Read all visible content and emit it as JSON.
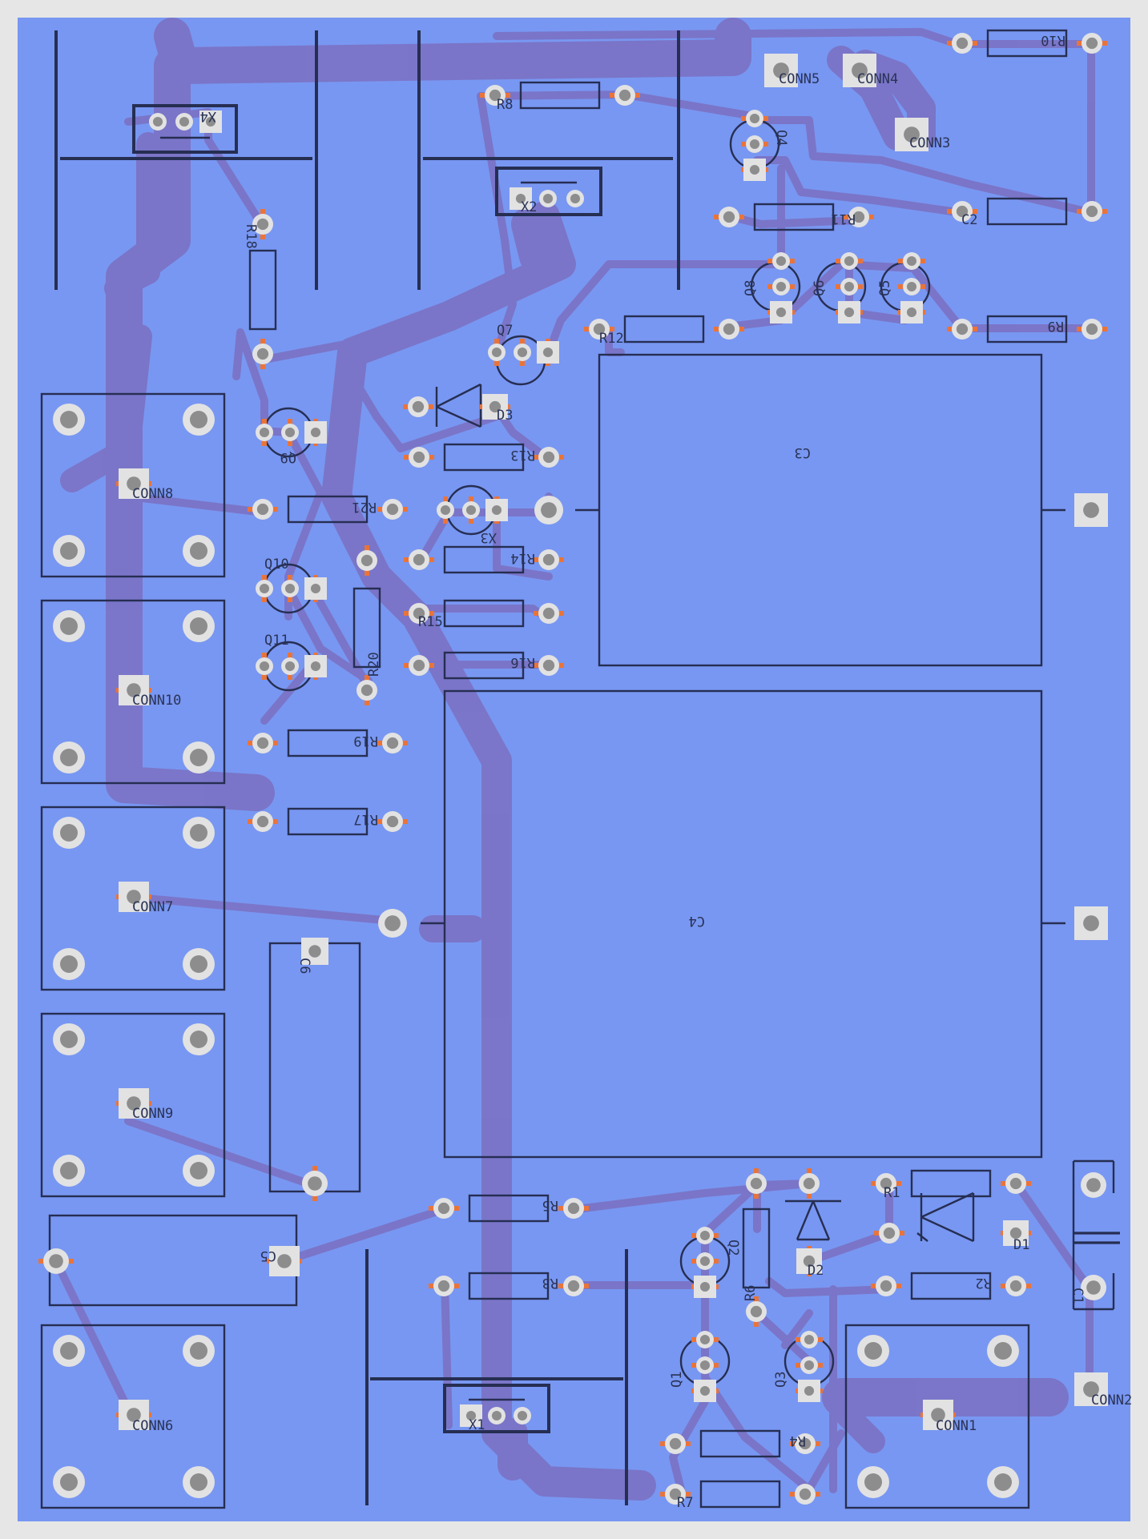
{
  "colors": {
    "board": "#7897f2",
    "background": "#e6e6e6",
    "trace": "#7b74c6",
    "silkscreen": "#262e52",
    "pad_ring": "#e2e2e2",
    "pad_hole": "#8d8d8d",
    "pad_tip": "#e9743a"
  },
  "components": {
    "connectors": [
      "CONN1",
      "CONN2",
      "CONN3",
      "CONN4",
      "CONN5",
      "CONN6",
      "CONN7",
      "CONN8",
      "CONN9",
      "CONN10"
    ],
    "resistors": [
      "R1",
      "R2",
      "R3",
      "R4",
      "R5",
      "R6",
      "R7",
      "R8",
      "R9",
      "R10",
      "R11",
      "R12",
      "R13",
      "R14",
      "R15",
      "R16",
      "R17",
      "R18",
      "R19",
      "R20",
      "R21"
    ],
    "transistors": [
      "Q1",
      "Q2",
      "Q3",
      "Q4",
      "Q5",
      "Q6",
      "Q7",
      "Q8",
      "Q9",
      "Q10",
      "Q11"
    ],
    "diodes": [
      "D1",
      "D2",
      "D3"
    ],
    "capacitors": [
      "C1",
      "C2",
      "C3",
      "C4",
      "C5",
      "C6"
    ],
    "headers": [
      "X1",
      "X2",
      "X3",
      "X4"
    ]
  }
}
